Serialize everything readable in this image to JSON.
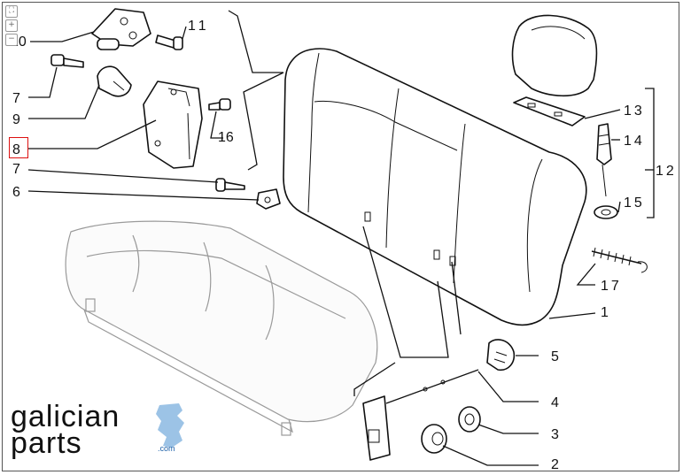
{
  "diagram": {
    "callouts": [
      "10",
      "11",
      "7",
      "9",
      "8",
      "16",
      "7",
      "6",
      "13",
      "14",
      "12",
      "15",
      "17",
      "1",
      "5",
      "4",
      "3",
      "2"
    ],
    "highlighted": "8"
  },
  "toolbar": {
    "fit_icon": "fit-screen-icon",
    "zoom_in_icon": "zoom-in-icon",
    "zoom_out_icon": "zoom-out-icon"
  },
  "logo": {
    "line1": "galician",
    "line2": "parts",
    "domain": ".com",
    "accent": "#9cc3e6"
  },
  "colors": {
    "highlight": "#d11111",
    "ink": "#111111"
  }
}
